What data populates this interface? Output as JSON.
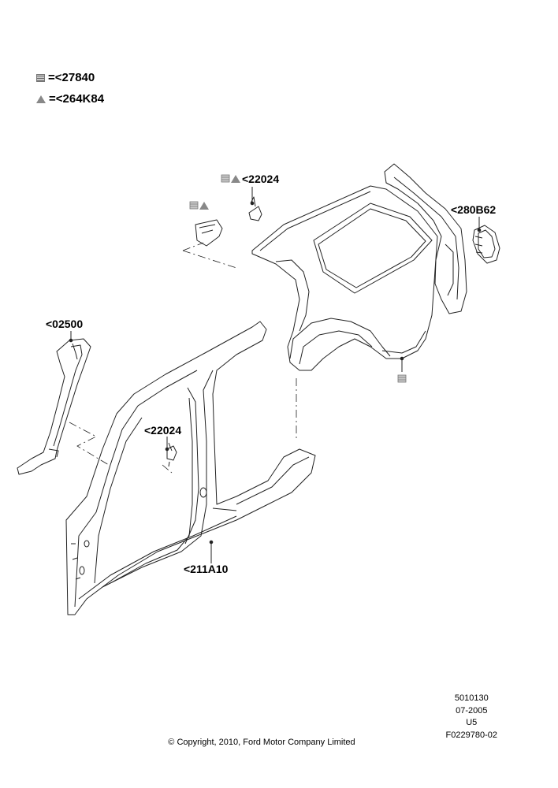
{
  "legend": [
    {
      "symbol": "grid-square-icon",
      "text": "=<27840"
    },
    {
      "symbol": "triangle-icon",
      "text": "=<264K84"
    }
  ],
  "callouts": {
    "bracket_upper": "<22024",
    "quarter_trim": "<280B62",
    "a_pillar": "<02500",
    "bracket_lower": "<22024",
    "side_panel": "<211A10"
  },
  "meta": {
    "code": "5010130",
    "date": "07-2005",
    "variant": "U5",
    "figure_id": "F0229780-02"
  },
  "copyright": "© Copyright, 2010, Ford Motor Company Limited",
  "colors": {
    "line": "#222222",
    "symbol": "#888888"
  }
}
